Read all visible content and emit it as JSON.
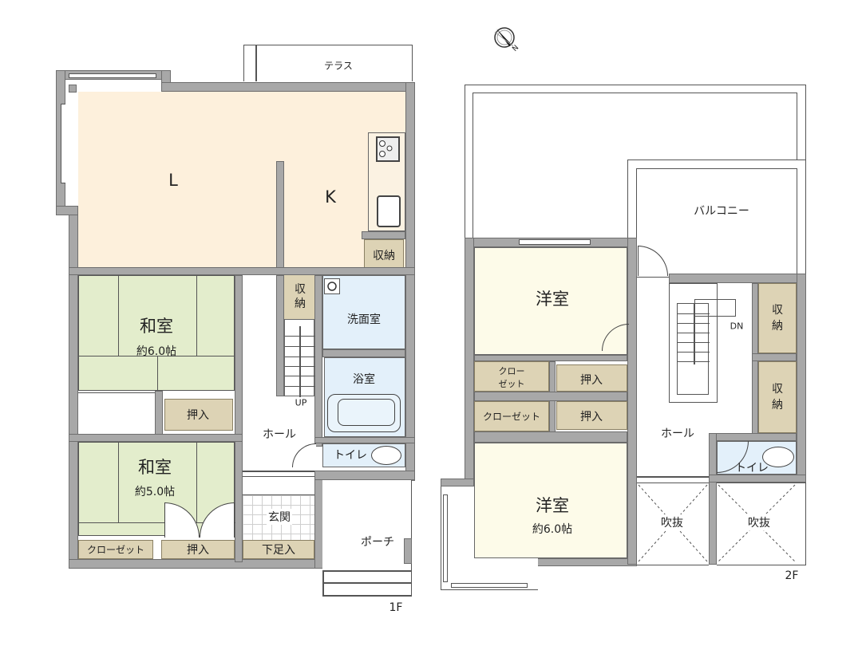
{
  "compass": {
    "icon": "compass-north-icon",
    "letter": "N"
  },
  "floor1": {
    "label": "1F",
    "terrace": "テラス",
    "living": "L",
    "kitchen": "K",
    "kitchen_storage": "収納",
    "washroom": "洗面室",
    "bathroom": "浴室",
    "toilet": "トイレ",
    "stair_storage": "収納",
    "stair_up": "UP",
    "hall": "ホール",
    "entrance": "玄関",
    "shoe_storage": "下足入",
    "porch": "ポーチ",
    "washitsu1": {
      "name": "和室",
      "size": "約6.0帖",
      "closet": "押入"
    },
    "washitsu2": {
      "name": "和室",
      "size": "約5.0帖",
      "closet": "押入",
      "closet2": "クローゼット"
    }
  },
  "floor2": {
    "label": "2F",
    "balcony": "バルコニー",
    "youshitsu1": {
      "name": "洋室",
      "closet_a": "クロー\nゼット",
      "closet_a_line1": "クロー",
      "closet_a_line2": "ゼット",
      "oshiire": "押入"
    },
    "youshitsu2": {
      "name": "洋室",
      "size": "約6.0帖",
      "closet": "クローゼット",
      "oshiire": "押入"
    },
    "hall": "ホール",
    "stair_down": "DN",
    "storage1": "収納",
    "storage2": "収納",
    "toilet": "トイレ",
    "void1": "吹抜",
    "void2": "吹抜"
  }
}
